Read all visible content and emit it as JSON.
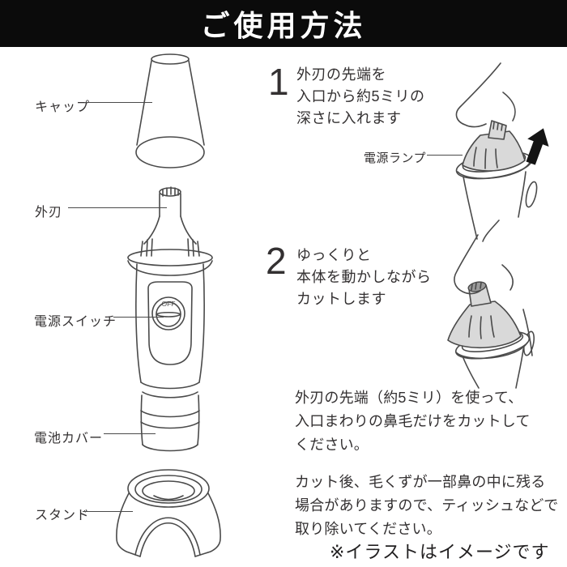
{
  "title": "ご使用方法",
  "diagram": {
    "labels": [
      "キャップ",
      "外刃",
      "電源スイッチ",
      "電池カバー",
      "スタンド"
    ],
    "switch_label": "OFF"
  },
  "steps": [
    {
      "number": "1",
      "text": "外刃の先端を\n入口から約5ミリの\n深さに入れます",
      "callout": "電源ランプ"
    },
    {
      "number": "2",
      "text": "ゆっくりと\n本体を動かしながら\nカットします"
    }
  ],
  "notes": [
    "外刃の先端（約5ミリ）を使って、\n入口まわりの鼻毛だけをカットして\nください。",
    "カット後、毛くずが一部鼻の中に残る\n場合がありますので、ティッシュなどで\n取り除いてください。"
  ],
  "footnote": "※イラストはイメージです"
}
